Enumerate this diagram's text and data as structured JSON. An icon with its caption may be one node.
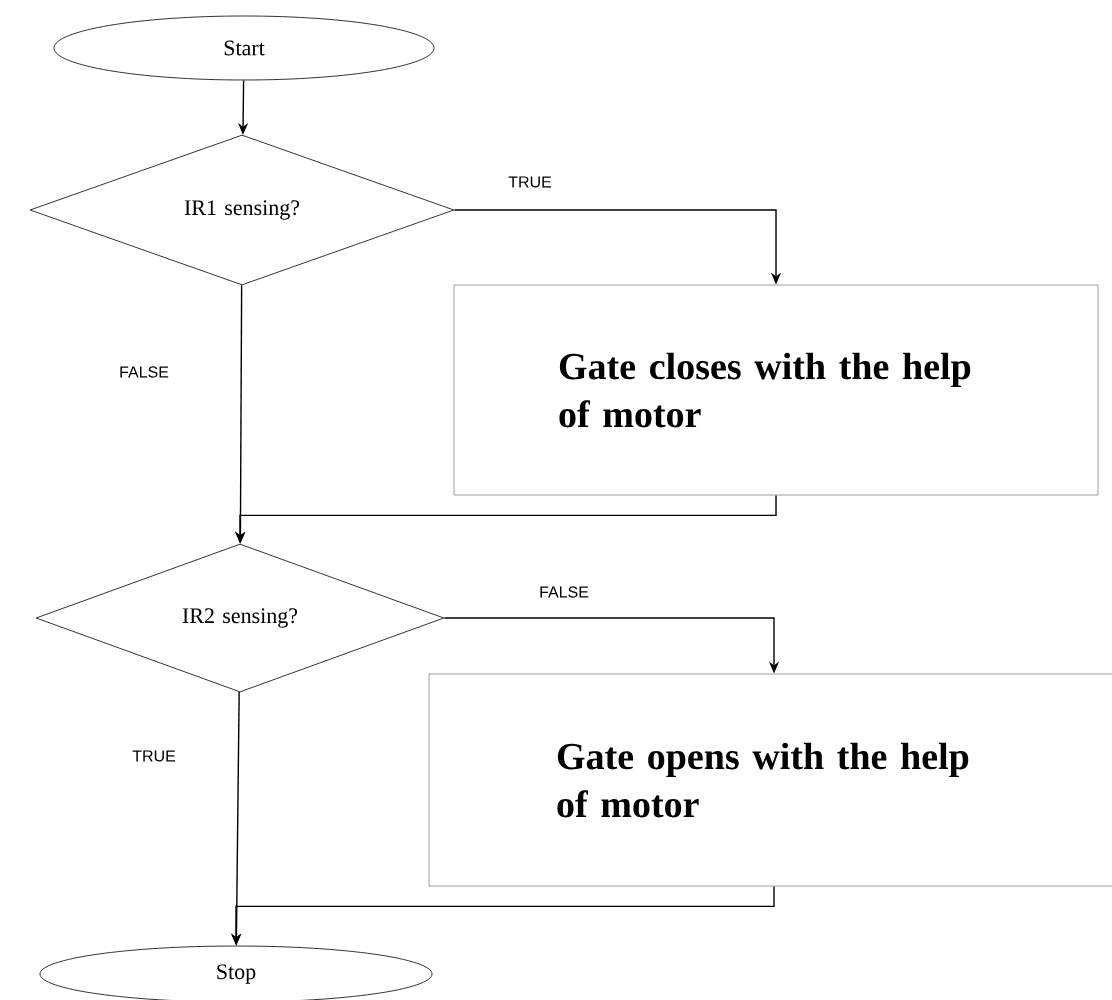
{
  "diagram": {
    "nodes": [
      {
        "text": [
          "Start"
        ]
      },
      {
        "text": [
          "IR1 sensing?"
        ]
      },
      {
        "text": [
          "Gate closes with the help of motor"
        ]
      },
      {
        "text": [
          "IR2 sensing?"
        ]
      },
      {
        "text": [
          "Gate opens with the help of motor"
        ]
      },
      {
        "text": [
          "Stop"
        ]
      }
    ],
    "edges": [
      {
        "from": 0,
        "to": 1,
        "arrow": "to"
      },
      {
        "from": 1,
        "to": 2,
        "arrow": "to",
        "label": "TRUE"
      },
      {
        "from": 1,
        "to": 3,
        "arrow": "to",
        "label": "FALSE"
      },
      {
        "from": 2,
        "to": 3,
        "arrow": "to"
      },
      {
        "from": 3,
        "to": 4,
        "arrow": "to",
        "label": "FALSE"
      },
      {
        "from": 3,
        "to": 5,
        "arrow": "to",
        "label": "TRUE"
      },
      {
        "from": 4,
        "to": 5,
        "arrow": "to"
      }
    ]
  }
}
